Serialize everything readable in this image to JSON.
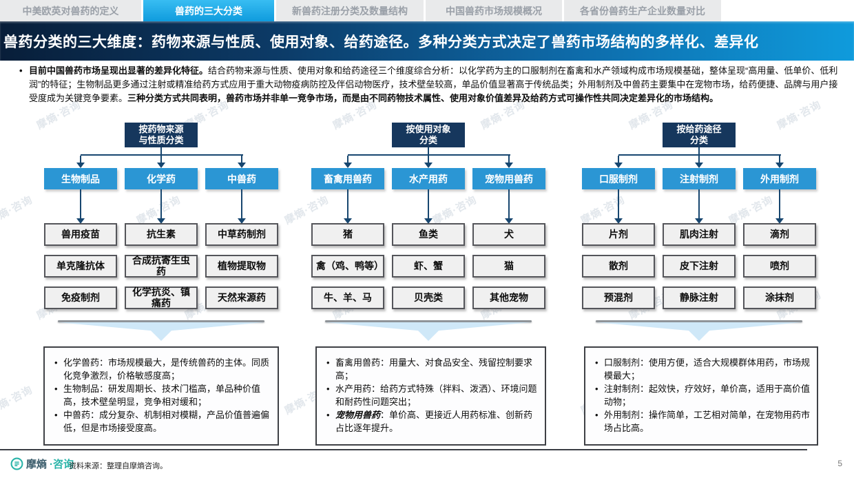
{
  "tabs": [
    {
      "label": "中美欧英对兽药的定义",
      "active": false
    },
    {
      "label": "兽药的三大分类",
      "active": true
    },
    {
      "label": "新兽药注册分类及数量结构",
      "active": false
    },
    {
      "label": "中国兽药市场规模概况",
      "active": false
    },
    {
      "label": "各省份兽药生产企业数量对比",
      "active": false
    }
  ],
  "header": {
    "title": "兽药分类的三大维度：药物来源与性质、使用对象、给药途径。多种分类方式决定了兽药市场结构的多样化、差异化"
  },
  "intro": {
    "bullet": "•",
    "bold_lead": "目前中国兽药市场呈现出显著的差异化特征。",
    "body": "结合药物来源与性质、使用对象和给药途径三个维度综合分析：以化学药为主的口服制剂在畜禽和水产领域构成市场规模基础，整体呈现“高用量、低单价、低利润”的特征；生物制品更多通过注射或精准给药方式应用于重大动物疫病防控及伴侣动物医疗，技术壁垒较高，单品价值显著高于传统品类；外用制剂及中兽药主要集中在宠物市场，给药便捷、品牌与用户接受度成为关键竞争要素。",
    "bold_tail": "三种分类方式共同表明，兽药市场并非单一竞争市场，而是由不同药物技术属性、使用对象价值差异及给药方式可操作性共同决定差异化的市场结构。"
  },
  "charts": [
    {
      "header": "按药物来源\n与性质分类",
      "branches": [
        {
          "label": "生物制品",
          "items": [
            "兽用疫苗",
            "单克隆抗体",
            "免疫制剂"
          ]
        },
        {
          "label": "化学药",
          "items": [
            "抗生素",
            "合成抗寄生虫药",
            "化学抗炎、镇痛药"
          ]
        },
        {
          "label": "中兽药",
          "items": [
            "中草药制剂",
            "植物提取物",
            "天然来源药"
          ]
        }
      ],
      "notes": [
        {
          "label": "化学兽药",
          "text": "：市场规模最大，是传统兽药的主体。同质化竞争激烈，价格敏感度高；",
          "em": false
        },
        {
          "label": "生物制品",
          "text": "：研发周期长、技术门槛高，单品种价值高，技术壁垒明显，竞争相对缓和；",
          "em": false
        },
        {
          "label": "中兽药",
          "text": "：成分复杂、机制相对模糊，产品价值普遍偏低，但是市场接受度高。",
          "em": false
        }
      ]
    },
    {
      "header": "按使用对象\n分类",
      "branches": [
        {
          "label": "畜禽用兽药",
          "items": [
            "猪",
            "禽（鸡、鸭等）",
            "牛、羊、马"
          ]
        },
        {
          "label": "水产用药",
          "items": [
            "鱼类",
            "虾、蟹",
            "贝壳类"
          ]
        },
        {
          "label": "宠物用兽药",
          "items": [
            "犬",
            "猫",
            "其他宠物"
          ]
        }
      ],
      "notes": [
        {
          "label": "畜禽用兽药",
          "text": "：用量大、对食品安全、残留控制要求高；",
          "em": false
        },
        {
          "label": "水产用药",
          "text": "：给药方式特殊（拌料、泼洒）、环境问题和耐药性问题突出；",
          "em": false
        },
        {
          "label": "宠物用兽药",
          "text": "：单价高、更接近人用药标准、创新药占比逐年提升。",
          "em": true
        }
      ]
    },
    {
      "header": "按给药途径\n分类",
      "branches": [
        {
          "label": "口服制剂",
          "items": [
            "片剂",
            "散剂",
            "预混剂"
          ]
        },
        {
          "label": "注射制剂",
          "items": [
            "肌肉注射",
            "皮下注射",
            "静脉注射"
          ]
        },
        {
          "label": "外用制剂",
          "items": [
            "滴剂",
            "喷剂",
            "涂抹剂"
          ]
        }
      ],
      "notes": [
        {
          "label": "口服制剂",
          "text": "：使用方便，适合大规模群体用药，市场规模最大；",
          "em": false
        },
        {
          "label": "注射制剂",
          "text": "：起效快，疗效好，单价高，适用于高价值动物；",
          "em": false
        },
        {
          "label": "外用制剂",
          "text": "：操作简单，工艺相对简单，在宠物用药市场占比高。",
          "em": false
        }
      ]
    }
  ],
  "footer": {
    "logo_part1": "摩熵",
    "logo_part2": "·咨询",
    "source": "资料来源：整理自摩熵咨询。",
    "page": "5"
  },
  "watermark": {
    "text": "摩熵·咨询"
  },
  "colors": {
    "active_tab": "#1aa7e8",
    "branch_blue": "#2b96d4",
    "header_navy": "#16375d",
    "connector_navy": "#17466f",
    "titlebar_left": "#081e39",
    "titlebar_right": "#0f9bdc",
    "brand_teal": "#28b3a8"
  }
}
